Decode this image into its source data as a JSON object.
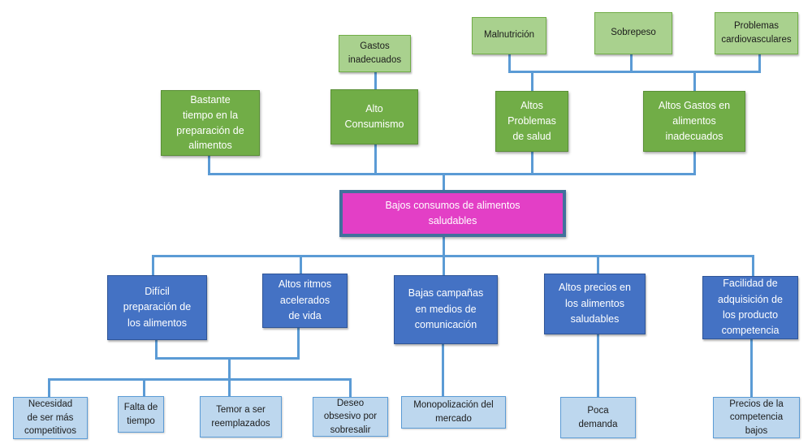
{
  "diagram": {
    "type": "problem-tree",
    "language": "es"
  },
  "colors": {
    "effects_secondary_fill": "#a9d18e",
    "effects_secondary_border": "#71ad47",
    "effects_primary_fill": "#71ad47",
    "central_fill": "#e33fc6",
    "central_border": "#41719c",
    "causes_primary_fill": "#4472c4",
    "causes_primary_border": "#2f5597",
    "causes_secondary_fill": "#bdd7ee",
    "causes_secondary_border": "#5b9bd5",
    "connector": "#5b9bd5"
  },
  "nodes": {
    "gastos_inadecuados": {
      "label": "Gastos\ninadecuados"
    },
    "malnutricion": {
      "label": "Malnutrición"
    },
    "sobrepeso": {
      "label": "Sobrepeso"
    },
    "problemas_cardiovasculares": {
      "label": "Problemas\ncardiovasculares"
    },
    "bastante_tiempo": {
      "label": "Bastante\ntiempo en la\npreparación de\nalimentos"
    },
    "alto_consumismo": {
      "label": "Alto\nConsumismo"
    },
    "altos_problemas_salud": {
      "label": "Altos\nProblemas\nde salud"
    },
    "altos_gastos_alimentos": {
      "label": "Altos Gastos en\nalimentos\ninadecuados"
    },
    "problema_central": {
      "label": "Bajos consumos de alimentos\nsaludables"
    },
    "dificil_preparacion": {
      "label": "Difícil\npreparación de\nlos alimentos"
    },
    "altos_ritmos": {
      "label": "Altos ritmos\nacelerados\nde vida"
    },
    "bajas_campanas": {
      "label": "Bajas campañas\nen medios de\ncomunicación"
    },
    "altos_precios": {
      "label": "Altos precios en\nlos alimentos\nsaludables"
    },
    "facilidad_adquisicion": {
      "label": "Facilidad de\nadquisición de\nlos producto\ncompetencia"
    },
    "necesidad_competitivos": {
      "label": "Necesidad\nde ser más\ncompetitivos"
    },
    "falta_tiempo": {
      "label": "Falta de\ntiempo"
    },
    "temor_reemplazados": {
      "label": "Temor a ser\nreemplazados"
    },
    "deseo_obsesivo": {
      "label": "Deseo\nobsesivo por\nsobresalir"
    },
    "monopolizacion_mercado": {
      "label": "Monopolización del\nmercado"
    },
    "poca_demanda": {
      "label": "Poca\ndemanda"
    },
    "precios_competencia": {
      "label": "Precios de la\ncompetencia\nbajos"
    }
  }
}
